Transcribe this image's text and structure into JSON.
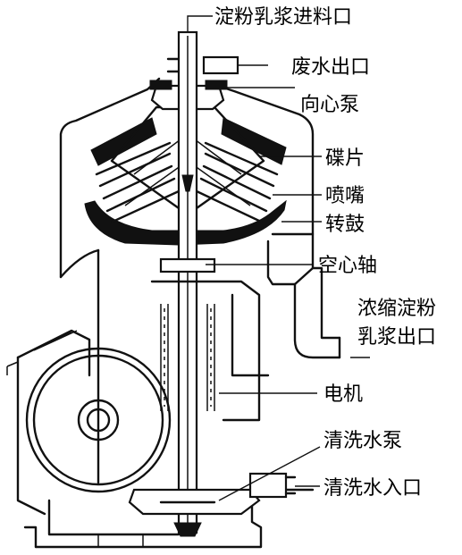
{
  "labels": {
    "feed_inlet": "淀粉乳浆进料口",
    "waste_water_outlet": "废水出口",
    "centripetal_pump": "向心泵",
    "discs": "碟片",
    "nozzles": "喷嘴",
    "rotor_drum": "转鼓",
    "hollow_shaft": "空心轴",
    "concentrate_outlet_line1": "浓缩淀粉",
    "concentrate_outlet_line2": "乳浆出口",
    "motor": "电机",
    "wash_water_pump": "清洗水泵",
    "wash_water_inlet": "清洗水入口"
  }
}
